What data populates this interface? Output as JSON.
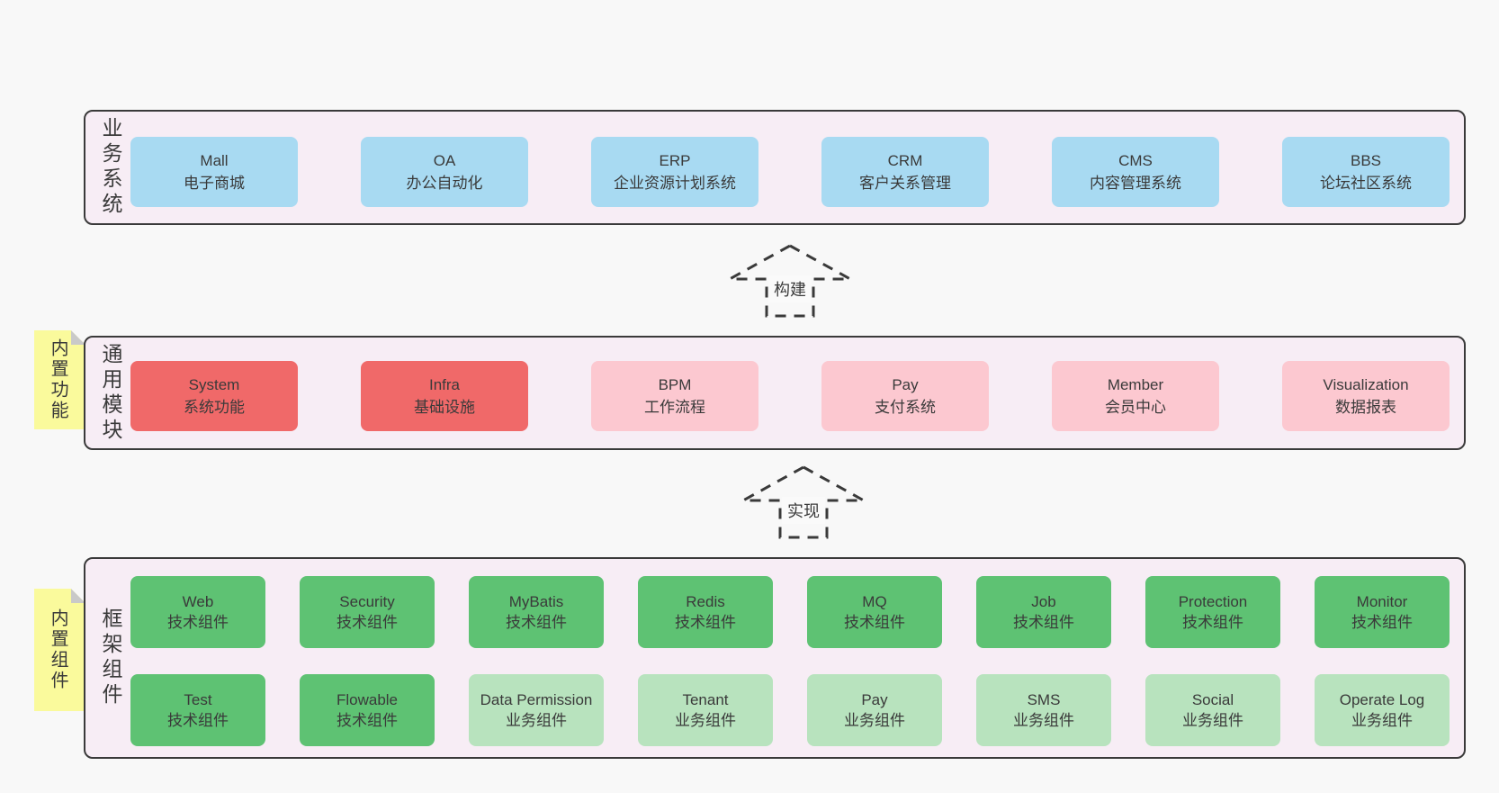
{
  "colors": {
    "page_bg": "#f8f8f8",
    "layer_bg": "#f7edf5",
    "layer_border": "#3a3a3a",
    "blue": "#a8daf2",
    "red": "#f06969",
    "pink": "#fcc8d0",
    "green": "#5ec273",
    "light_green": "#b8e3be",
    "note_yellow": "#fafa9c",
    "note_fold": "#c9c9c9",
    "text": "#3a3a3a",
    "label_bg": "#fafafa"
  },
  "layers": {
    "business": {
      "label": "业务系统",
      "boxes": [
        {
          "title": "Mall",
          "subtitle": "电子商城"
        },
        {
          "title": "OA",
          "subtitle": "办公自动化"
        },
        {
          "title": "ERP",
          "subtitle": "企业资源计划系统"
        },
        {
          "title": "CRM",
          "subtitle": "客户关系管理"
        },
        {
          "title": "CMS",
          "subtitle": "内容管理系统"
        },
        {
          "title": "BBS",
          "subtitle": "论坛社区系统"
        }
      ]
    },
    "modules": {
      "label": "通用模块",
      "note": "内置功能",
      "boxes": [
        {
          "title": "System",
          "subtitle": "系统功能"
        },
        {
          "title": "Infra",
          "subtitle": "基础设施"
        },
        {
          "title": "BPM",
          "subtitle": "工作流程"
        },
        {
          "title": "Pay",
          "subtitle": "支付系统"
        },
        {
          "title": "Member",
          "subtitle": "会员中心"
        },
        {
          "title": "Visualization",
          "subtitle": "数据报表"
        }
      ]
    },
    "components": {
      "label": "框架组件",
      "note": "内置组件",
      "row1": [
        {
          "title": "Web",
          "subtitle": "技术组件"
        },
        {
          "title": "Security",
          "subtitle": "技术组件"
        },
        {
          "title": "MyBatis",
          "subtitle": "技术组件"
        },
        {
          "title": "Redis",
          "subtitle": "技术组件"
        },
        {
          "title": "MQ",
          "subtitle": "技术组件"
        },
        {
          "title": "Job",
          "subtitle": "技术组件"
        },
        {
          "title": "Protection",
          "subtitle": "技术组件"
        },
        {
          "title": "Monitor",
          "subtitle": "技术组件"
        }
      ],
      "row2": [
        {
          "title": "Test",
          "subtitle": "技术组件"
        },
        {
          "title": "Flowable",
          "subtitle": "技术组件"
        },
        {
          "title": "Data Permission",
          "subtitle": "业务组件"
        },
        {
          "title": "Tenant",
          "subtitle": "业务组件"
        },
        {
          "title": "Pay",
          "subtitle": "业务组件"
        },
        {
          "title": "SMS",
          "subtitle": "业务组件"
        },
        {
          "title": "Social",
          "subtitle": "业务组件"
        },
        {
          "title": "Operate Log",
          "subtitle": "业务组件"
        }
      ]
    }
  },
  "arrows": {
    "build": {
      "label": "构建"
    },
    "implement": {
      "label": "实现"
    }
  }
}
